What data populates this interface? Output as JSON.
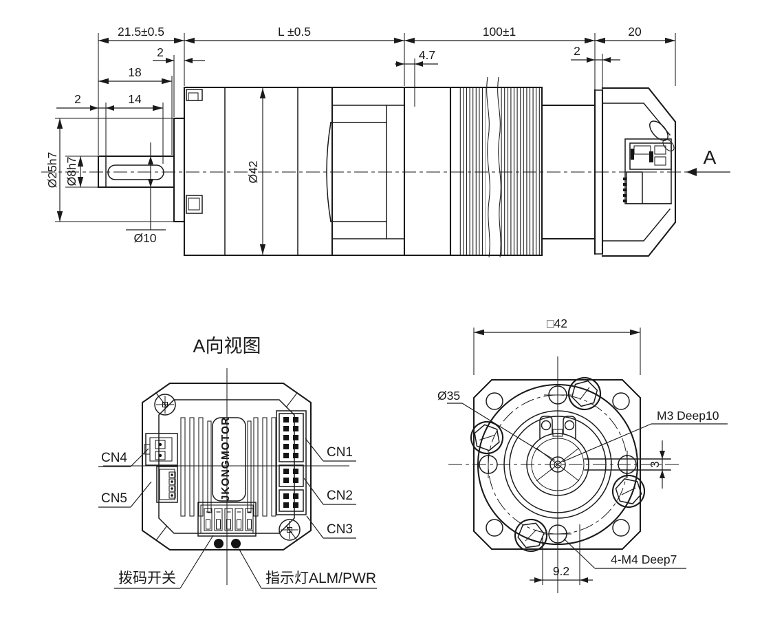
{
  "drawing": {
    "side_view": {
      "dims": {
        "front_total": "21.5±0.5",
        "boss_2": "2",
        "shaft_18": "18",
        "key_2": "2",
        "key_14": "14",
        "body_L": "L ±0.5",
        "front_4_7": "4.7",
        "motor_100": "100±1",
        "rear_2": "2",
        "rear_20": "20",
        "gear_dia": "Ø42",
        "pilot_dia": "Ø25h7",
        "shaft_dia": "Ø8h7",
        "key_dia": "Ø10"
      },
      "section_arrow": "A"
    },
    "rear_view": {
      "title": "A向视图",
      "brand": "JKONGMOTOR",
      "cn1": "CN1",
      "cn2": "CN2",
      "cn3": "CN3",
      "cn4": "CN4",
      "cn5": "CN5",
      "dip_label": "拨码开关",
      "led_label": "指示灯ALM/PWR"
    },
    "flange_view": {
      "square": "□42",
      "bolt_circle": "Ø35",
      "center_tap": "M3 Deep10",
      "slot_width": "3",
      "mount_holes": "4-M4 Deep7",
      "hole_offset": "9.2"
    },
    "colors": {
      "line": "#1a1a1a",
      "background": "#ffffff"
    }
  }
}
